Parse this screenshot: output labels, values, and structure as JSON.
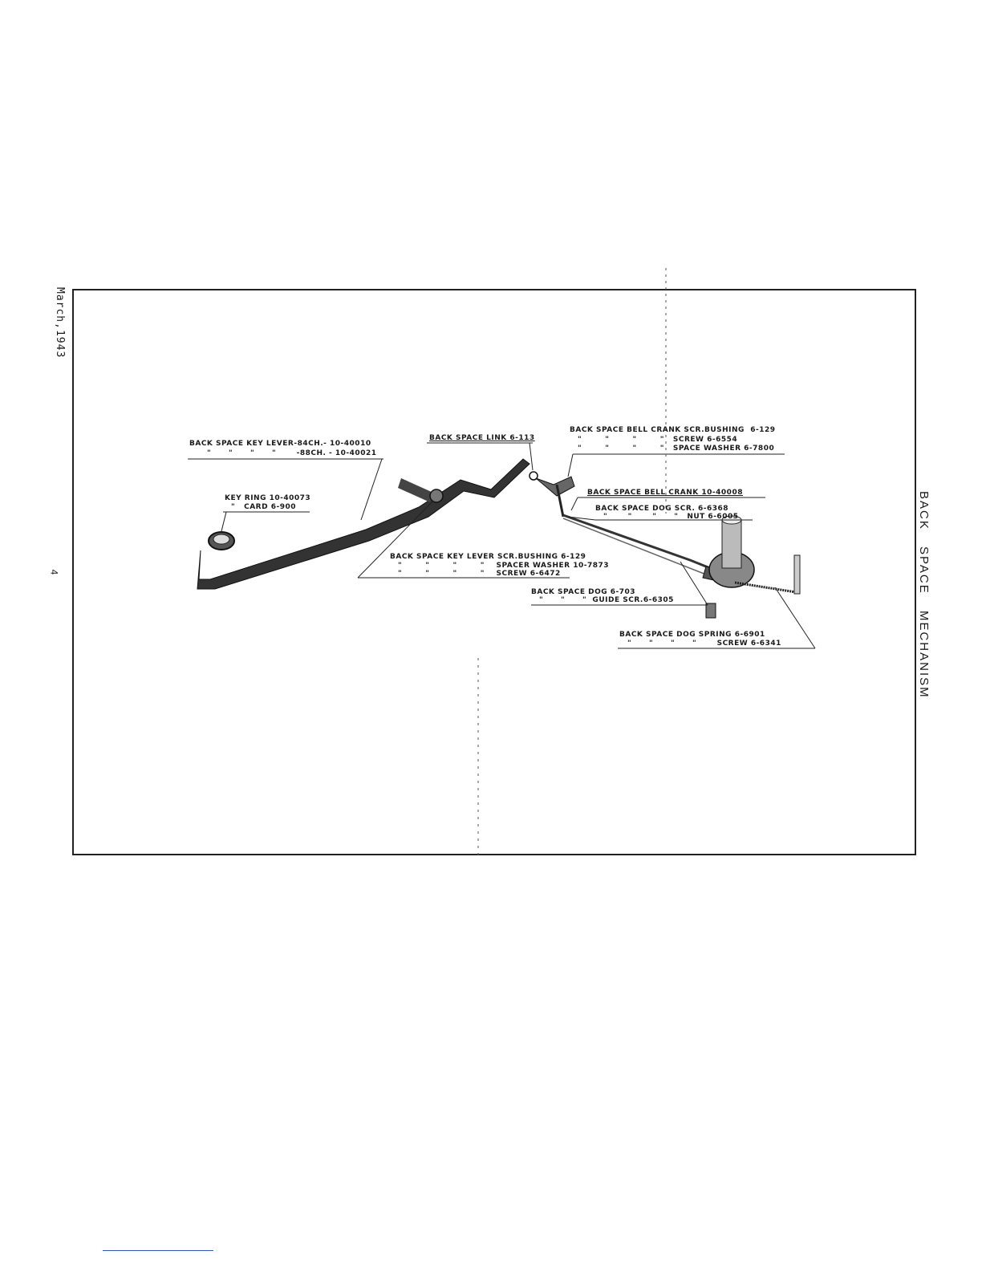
{
  "margin": {
    "date": "March,1943",
    "page_number": "4",
    "section_title": [
      "BACK",
      "SPACE",
      "MECHANISM"
    ]
  },
  "labels": {
    "key_lever_84": "BACK SPACE KEY LEVER-84CH.- 10-40010",
    "key_lever_88": "\"      \"      \"      \"       -88CH. - 10-40021",
    "key_ring": "KEY RING 10-40073",
    "key_card": "\"   CARD 6-900",
    "link": "BACK SPACE LINK 6-113",
    "bell_crank_bushing": "BACK SPACE BELL CRANK SCR.BUSHING  6-129",
    "bell_crank_screw": "\"        \"        \"        \"   SCREW 6-6554",
    "bell_crank_washer": "\"        \"        \"        \"   SPACE WASHER 6-7800",
    "bell_crank": "BACK SPACE BELL CRANK 10-40008",
    "dog_screw": "BACK SPACE DOG SCR. 6-6368",
    "dog_nut": "\"       \"       \"      \"   NUT 6-6005",
    "lever_bushing": "BACK SPACE KEY LEVER SCR.BUSHING 6-129",
    "lever_washer": "\"        \"        \"        \"    SPACER WASHER 10-7873",
    "lever_screw": "\"        \"        \"        \"    SCREW 6-6472",
    "dog": "BACK SPACE DOG 6-703",
    "dog_guide": "\"      \"      \"  GUIDE SCR.6-6305",
    "dog_spring": "BACK SPACE DOG SPRING 6-6901",
    "dog_spring_screw": "\"      \"      \"      \"       SCREW 6-6341"
  }
}
